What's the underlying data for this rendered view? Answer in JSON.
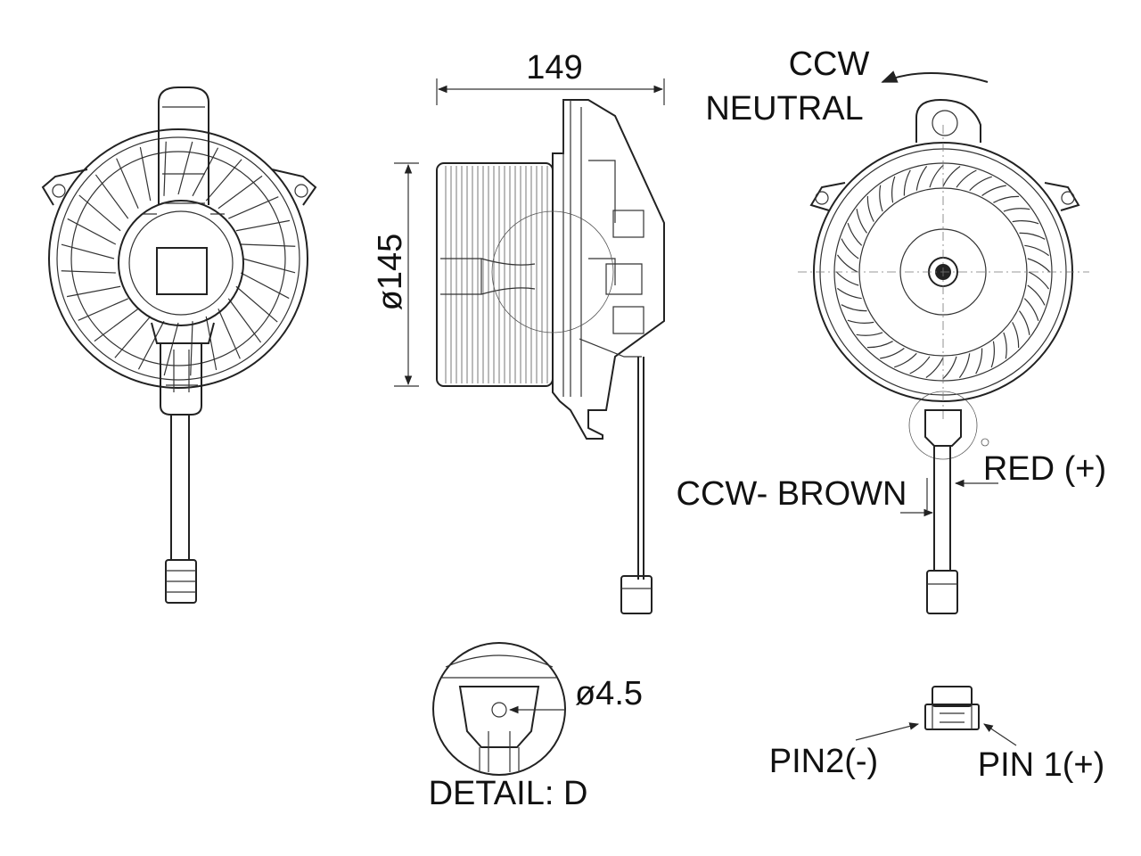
{
  "dimensions": {
    "length": "149",
    "diameter": "ø145",
    "hole_diameter": "ø4.5"
  },
  "labels": {
    "rotation": "CCW",
    "neutral": "NEUTRAL",
    "wire_brown": "CCW- BROWN",
    "wire_red": "RED (+)",
    "detail": "DETAIL: D",
    "pin2": "PIN2(-)",
    "pin1": "PIN 1(+)"
  }
}
